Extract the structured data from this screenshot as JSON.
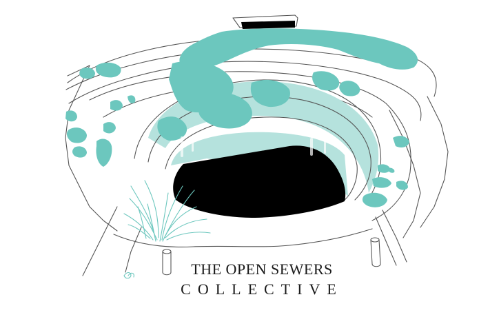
{
  "title": {
    "line1": "THE OPEN SEWERS",
    "line2": "COLLECTIVE"
  },
  "illustration": {
    "subject": "overgrown circular sewer opening with moss and grass",
    "icons": [
      "manhole-pit-illustration",
      "moss-patches",
      "grass-tuft",
      "bollard-posts",
      "drain-grate"
    ]
  },
  "colors": {
    "moss": "#6cc7be",
    "moss_light": "#b5e2dd",
    "hole": "#000000",
    "line": "#555555",
    "text": "#1a1a1a",
    "background": "#ffffff"
  }
}
